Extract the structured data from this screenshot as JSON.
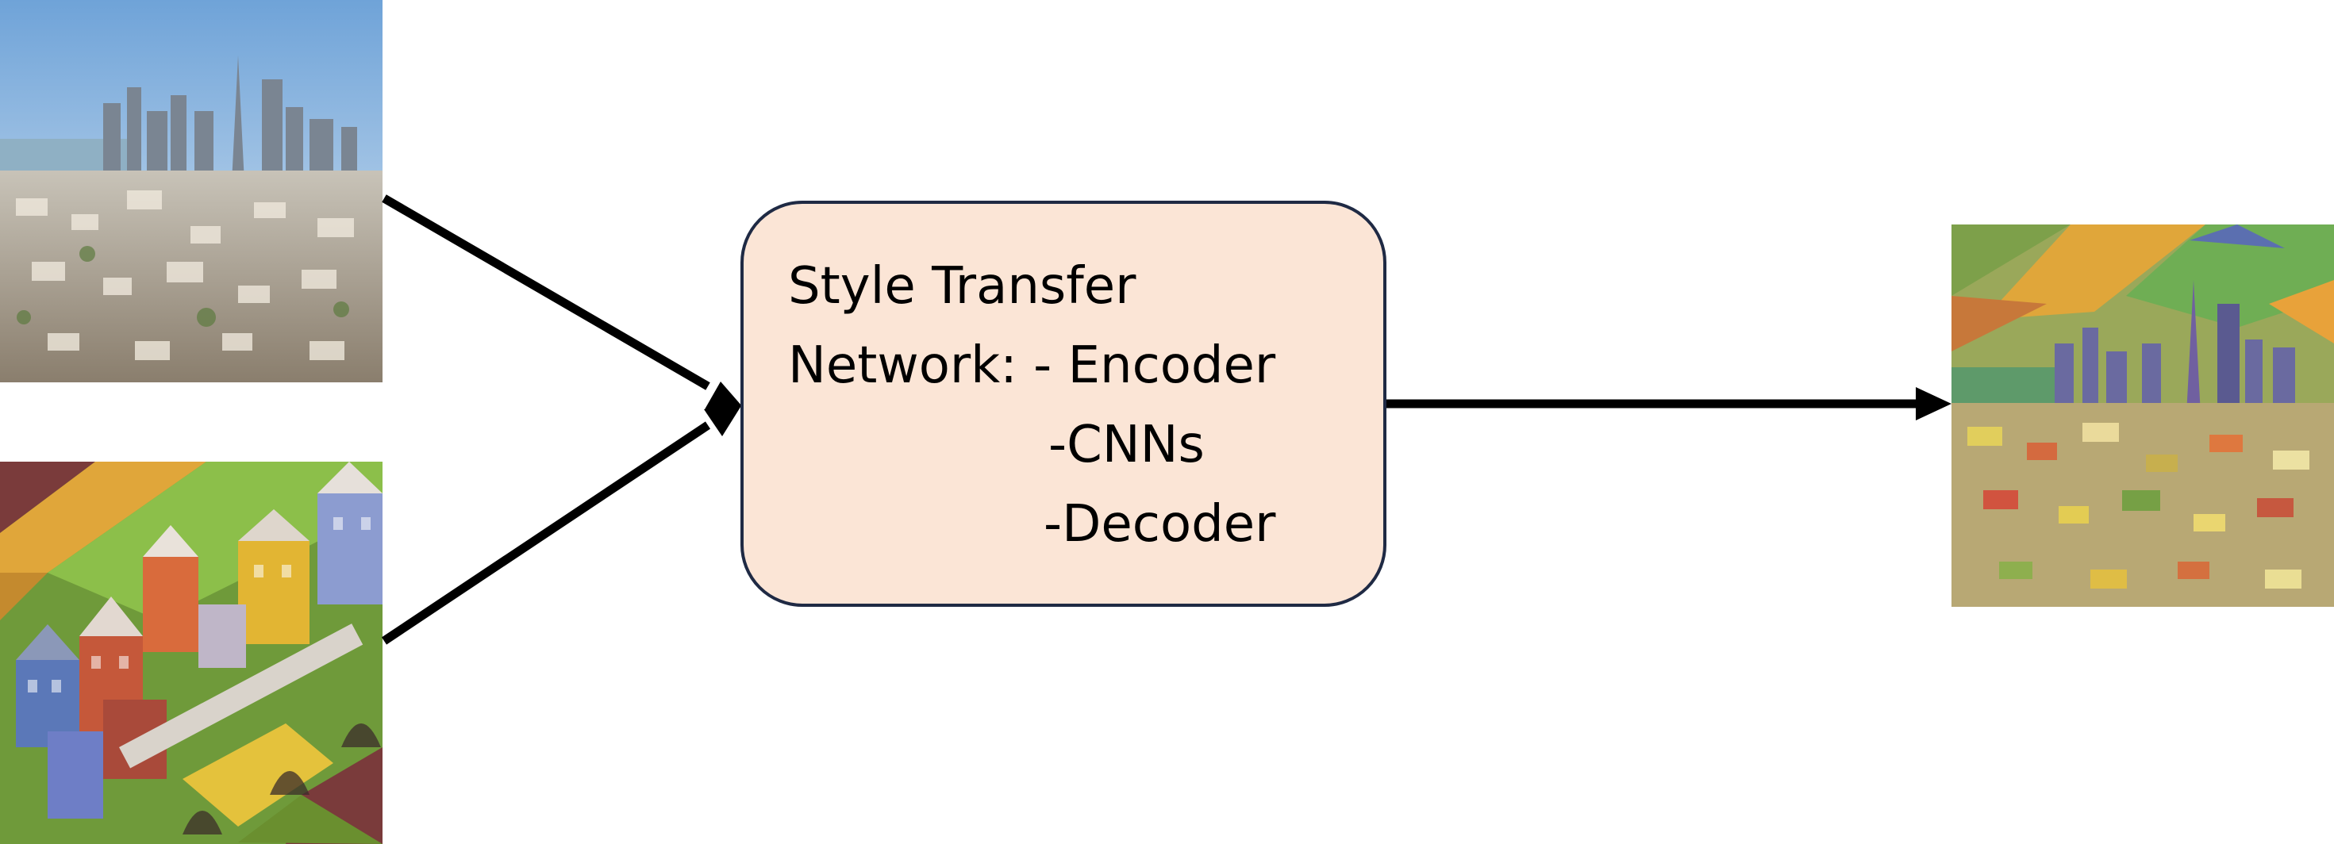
{
  "diagram": {
    "network_box": {
      "lines": [
        "Style Transfer",
        "Network: - Encoder",
        "-CNNs",
        "-Decoder"
      ],
      "fill_color": "#fbe5d6",
      "border_color": "#1f2a44"
    },
    "images": {
      "content": "aerial city skyline photo",
      "style": "colorful painted houses artwork",
      "output": "stylized city skyline"
    },
    "arrows": [
      "content-to-network",
      "style-to-network",
      "network-to-output"
    ],
    "arrow_color": "#000000"
  }
}
